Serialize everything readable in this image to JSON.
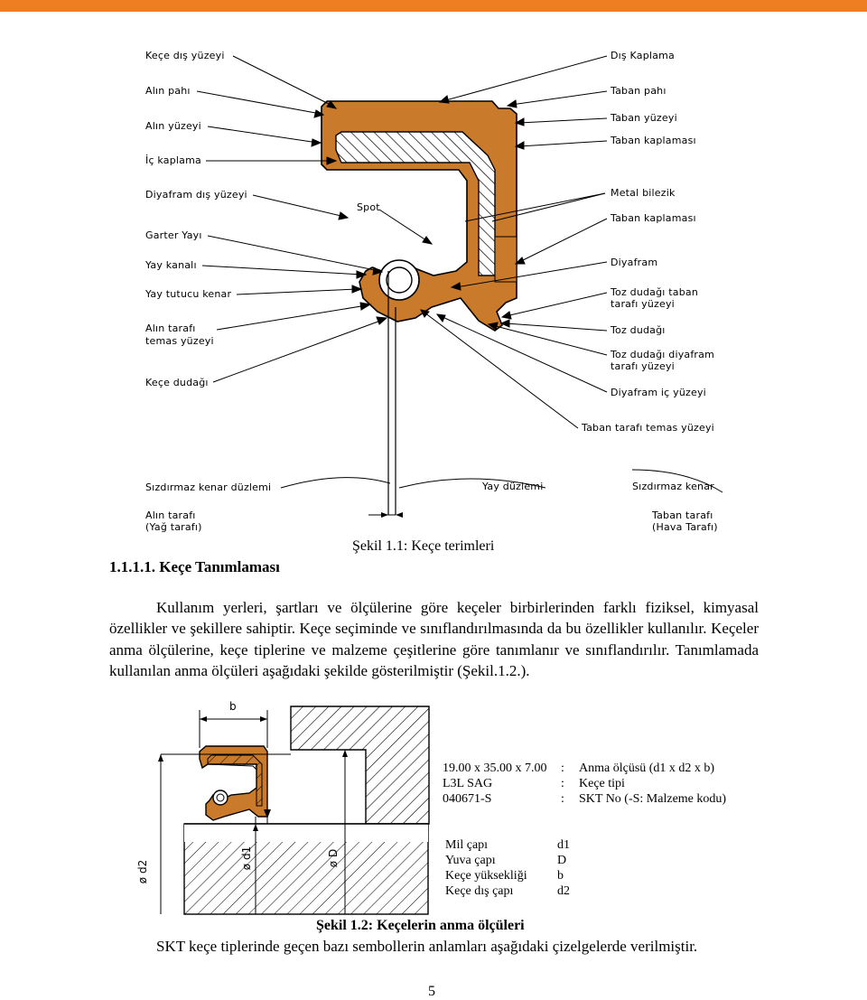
{
  "colors": {
    "top_bar": "#ef7d22",
    "rubber": "#c97a2a",
    "hatch": "#000000"
  },
  "figure1": {
    "left_labels": [
      "Keçe dış yüzeyi",
      "Alın pahı",
      "Alın yüzeyi",
      "İç kaplama",
      "Diyafram dış yüzeyi",
      "Garter Yayı",
      "Yay kanalı",
      "Yay tutucu kenar",
      "Alın tarafı",
      "temas yüzeyi",
      "Keçe dudağı"
    ],
    "right_labels": [
      "Dış Kaplama",
      "Taban pahı",
      "Taban yüzeyi",
      "Taban kaplaması",
      "Metal bilezik",
      "Taban kaplaması",
      "Diyafram",
      "Toz dudağı taban",
      "tarafı yüzeyi",
      "Toz dudağı",
      "Toz dudağı diyafram",
      "tarafı yüzeyi",
      "Diyafram iç yüzeyi",
      "Taban tarafı temas yüzeyi"
    ],
    "spot_label": "Spot",
    "bottom_labels": {
      "sealing_edge_plane": "Sızdırmaz kenar düzlemi",
      "spring_plane": "Yay düzlemi",
      "sealing_edge": "Sızdırmaz kenar",
      "front_side": "Alın tarafı",
      "front_side_note": "(Yağ tarafı)",
      "base_side": "Taban tarafı",
      "base_side_note": "(Hava Tarafı)"
    },
    "caption": "Şekil 1.1: Keçe terimleri"
  },
  "section": {
    "heading": "1.1.1.1. Keçe Tanımlaması"
  },
  "paragraph1": "Kullanım yerleri, şartları ve ölçülerine göre keçeler birbirlerinden farklı fiziksel, kimyasal özellikler ve şekillere sahiptir. Keçe seçiminde ve sınıflandırılmasında da bu özellikler kullanılır. Keçeler anma ölçülerine, keçe tiplerine ve malzeme çeşitlerine göre tanımlanır ve sınıflandırılır. Tanımlamada kullanılan anma ölçüleri aşağıdaki şekilde gösterilmiştir (Şekil.1.2.).",
  "figure2": {
    "dim_b": "b",
    "dim_labels": [
      "ø d2",
      "ø d1",
      "ø D"
    ],
    "spec_rows": [
      {
        "value": "19.00 x 35.00 x 7.00",
        "sep": ":",
        "desc": "Anma ölçüsü (d1 x d2 x b)"
      },
      {
        "value": "L3L SAG",
        "sep": ":",
        "desc": "Keçe tipi"
      },
      {
        "value": "040671-S",
        "sep": ":",
        "desc": "SKT No (-S: Malzeme kodu)"
      }
    ],
    "legend": [
      {
        "name": "Mil çapı",
        "symbol": "d1"
      },
      {
        "name": "Yuva çapı",
        "symbol": "D"
      },
      {
        "name": "Keçe yüksekliği",
        "symbol": "b"
      },
      {
        "name": "Keçe dış çapı",
        "symbol": "d2"
      }
    ],
    "caption": "Şekil 1.2: Keçelerin anma ölçüleri"
  },
  "paragraph2": "SKT keçe tiplerinde geçen bazı sembollerin anlamları aşağıdaki çizelgelerde verilmiştir.",
  "page_number": "5"
}
